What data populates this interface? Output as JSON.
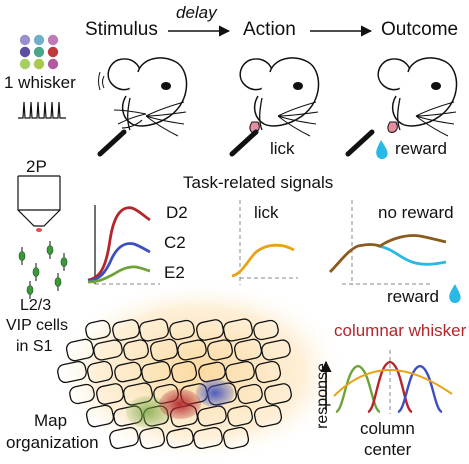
{
  "timeline": {
    "stimulus": "Stimulus",
    "delay": "delay",
    "action": "Action",
    "outcome": "Outcome"
  },
  "left_panel": {
    "whisker_label": "1 whisker",
    "imaging_label": "2P",
    "cells_label_line1": "L2/3",
    "cells_label_line2": "VIP cells",
    "cells_label_line3": "in S1"
  },
  "events": {
    "lick": "lick",
    "reward": "reward"
  },
  "signals": {
    "title": "Task-related signals",
    "whisker_traces": [
      "D2",
      "C2",
      "E2"
    ],
    "lick_label": "lick",
    "no_reward_label": "no reward",
    "reward_label": "reward"
  },
  "map": {
    "label_line1": "Map",
    "label_line2": "organization"
  },
  "tuning": {
    "title": "columnar whisker",
    "y_label": "response",
    "x_label_line1": "column",
    "x_label_line2": "center"
  },
  "colors": {
    "red": "#b3262b",
    "blue": "#3d4fbf",
    "green": "#6fa33a",
    "orange": "#e8a317",
    "brown": "#8a5a1e",
    "cyan": "#2ab8e6",
    "pink": "#e48ea0",
    "glow": "#fbe3b3"
  },
  "whisker_grid_colors": [
    "#9b8fd0",
    "#6fb0c8",
    "#c07ab8",
    "#5a4fa0",
    "#4aa58a",
    "#c03a3a",
    "#a6cf63",
    "#a8c84e",
    "#b25aa0"
  ]
}
